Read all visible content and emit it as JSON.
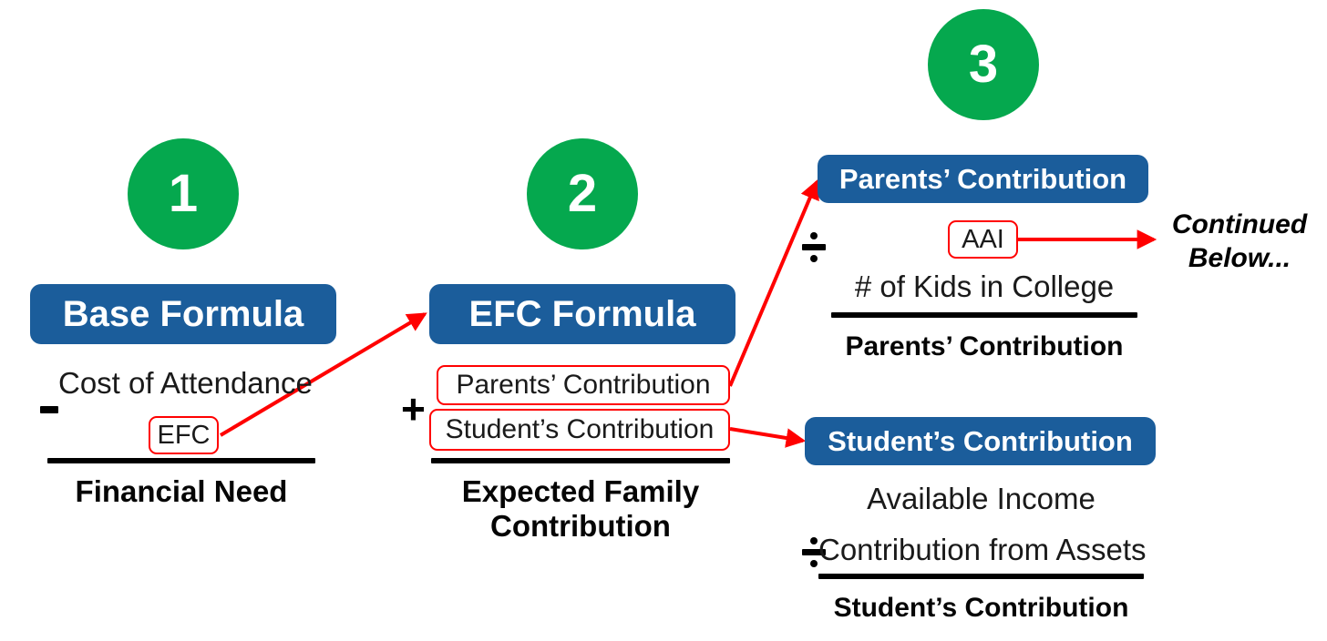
{
  "diagram": {
    "title": "EFC / Financial Need Formula Flow",
    "colors": {
      "green": "#05A84E",
      "blue": "#1B5D9B",
      "red": "#FF0000",
      "black": "#000000",
      "white": "#FFFFFF"
    },
    "steps": [
      {
        "number": "1",
        "label": "Base Formula"
      },
      {
        "number": "2",
        "label": "EFC Formula"
      },
      {
        "number": "3",
        "label": "Parents’ Contribution"
      }
    ],
    "step1": {
      "circle_number": "1",
      "header": "Base Formula",
      "operator": "minus",
      "numerator": "Cost of Attendance",
      "subtracted_term": "EFC",
      "result": "Financial Need"
    },
    "step2": {
      "circle_number": "2",
      "header": "EFC Formula",
      "operator": "+",
      "term_1": "Parents’ Contribution",
      "term_2": "Student’s Contribution",
      "result_line_1": "Expected Family",
      "result_line_2": "Contribution"
    },
    "step3_parents": {
      "circle_number": "3",
      "header": "Parents’ Contribution",
      "operator": "÷",
      "numerator": "AAI",
      "denominator": "# of Kids in College",
      "result": "Parents’ Contribution",
      "continued_line_1": "Continued",
      "continued_line_2": "Below..."
    },
    "step3_student": {
      "header": "Student’s Contribution",
      "operator": "÷",
      "numerator": "Available Income",
      "denominator": "Contribution from Assets",
      "result": "Student’s Contribution"
    },
    "arrows": [
      {
        "name": "efc-to-efc-formula",
        "from": "EFC",
        "to": "EFC Formula"
      },
      {
        "name": "parents-to-parents-contribution",
        "from": "Parents’ Contribution",
        "to": "Parents’ Contribution"
      },
      {
        "name": "students-to-students-contribution",
        "from": "Student’s Contribution",
        "to": "Student’s Contribution"
      },
      {
        "name": "aai-to-continued-below",
        "from": "AAI",
        "to": "Continued Below..."
      }
    ]
  }
}
